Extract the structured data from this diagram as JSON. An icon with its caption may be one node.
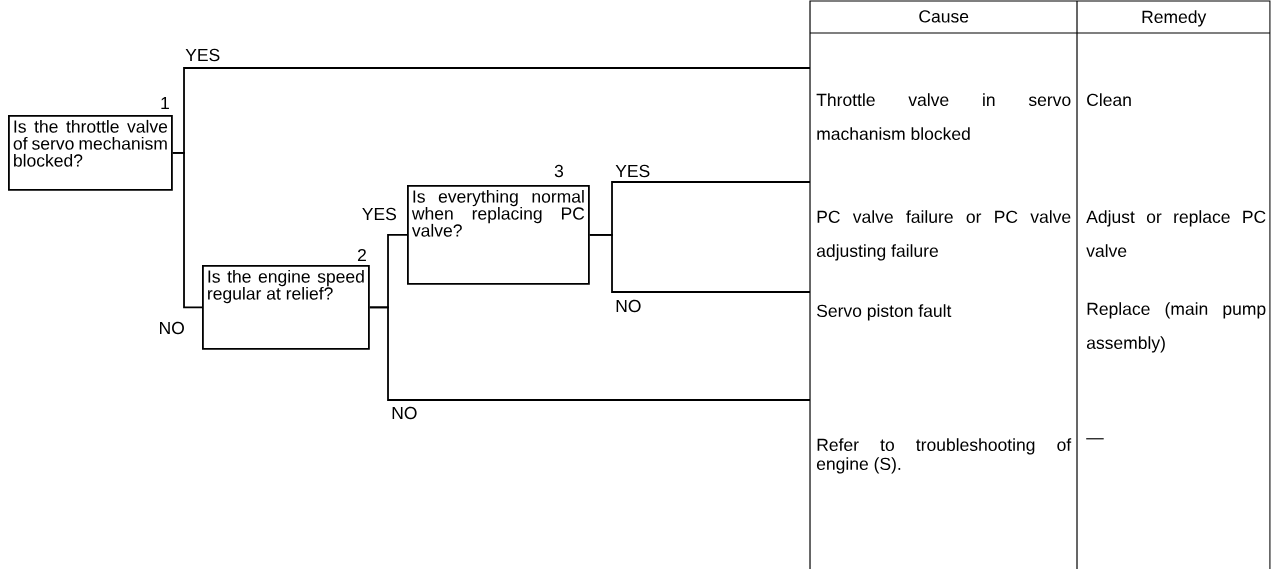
{
  "diagram": {
    "nodes": [
      {
        "text": [
          "Is the throttle valve of servo mechanism blocked?"
        ],
        "beside": [
          "1"
        ]
      },
      {
        "text": [
          "Is the engine speed regular at relief?"
        ],
        "beside": [
          "2"
        ]
      },
      {
        "text": [
          "Is everything normal when replacing PC valve?"
        ],
        "beside": [
          "3"
        ]
      },
      {
        "text": [
          "Throttle valve in servo machanism blocked"
        ]
      },
      {
        "text": [
          "PC valve failure or PC valve adjusting failure"
        ]
      },
      {
        "text": [
          "Servo piston fault"
        ]
      },
      {
        "text": [
          "Refer to troubleshooting of engine (S)."
        ]
      }
    ],
    "edges": [
      {
        "from": 0,
        "to": 3,
        "arrow": "none",
        "label": "YES"
      },
      {
        "from": 0,
        "to": 1,
        "arrow": "none",
        "label": "NO"
      },
      {
        "from": 1,
        "to": 2,
        "arrow": "none",
        "label": "YES"
      },
      {
        "from": 1,
        "to": 6,
        "arrow": "none",
        "label": "NO"
      },
      {
        "from": 2,
        "to": 4,
        "arrow": "none",
        "label": "YES"
      },
      {
        "from": 2,
        "to": 5,
        "arrow": "none",
        "label": "NO"
      }
    ],
    "labels": [
      "Cause",
      "Remedy",
      "Clean",
      "Adjust or replace PC valve",
      "Replace (main pump assembly)",
      "—"
    ]
  }
}
